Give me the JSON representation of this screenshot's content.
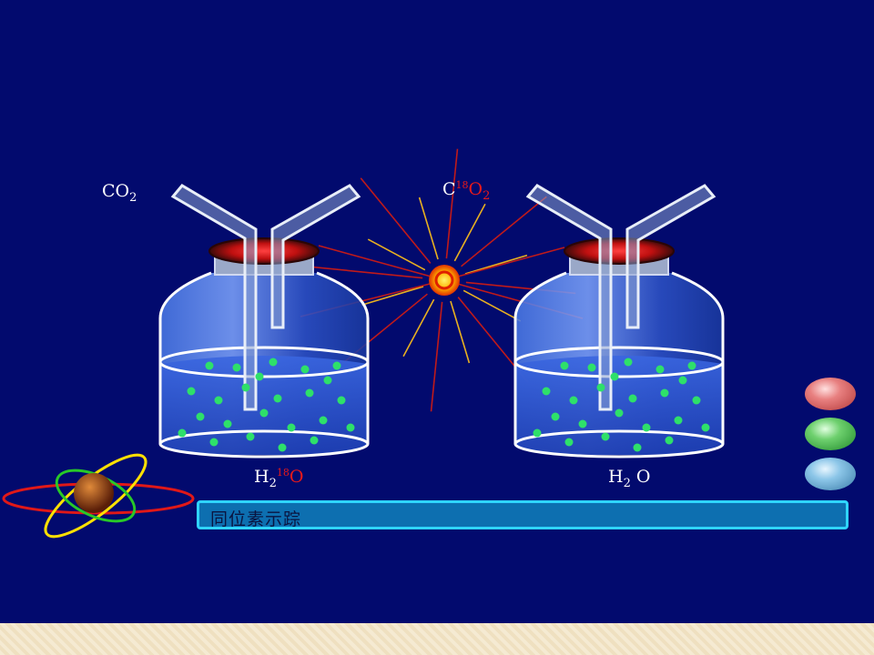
{
  "labels": {
    "left_gas": {
      "main": "CO",
      "sub": "2"
    },
    "right_gas": {
      "main": "C",
      "isotope": "18",
      "iso_atom": "O",
      "sub": "2"
    },
    "left_water": {
      "main": "H",
      "sub": "2",
      "isotope": "18",
      "iso_atom": "O"
    },
    "right_water": {
      "main": "H",
      "sub": "2",
      "tail": " O"
    }
  },
  "caption": {
    "text": "同位素示踪"
  },
  "icons": {
    "logo": "atom-orbit-icon",
    "light": "light-source-icon",
    "buttons": [
      "red-bead-icon",
      "green-bead-icon",
      "blue-bead-icon"
    ]
  },
  "colors": {
    "background": "#020a6e",
    "caption_bar": "#0d6fb0",
    "caption_border": "#2fd4ff",
    "isotope_red": "#e81a1a",
    "bubble_green": "#2ee06a"
  }
}
